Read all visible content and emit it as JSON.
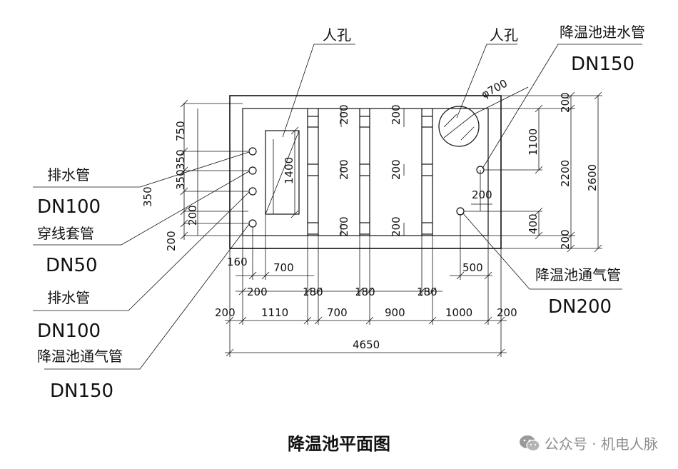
{
  "labels": {
    "manhole_left": "人孔",
    "manhole_right": "人孔",
    "inlet_pipe": "降温池进水管",
    "inlet_size": "DN150",
    "manhole_diameter": "φ700",
    "vent_pipe_right": "降温池通气管",
    "vent_size_right": "DN200",
    "drain_pipe_1": "排水管",
    "drain_size_1": "DN100",
    "sleeve_pipe": "穿线套管",
    "sleeve_size": "DN50",
    "drain_pipe_2": "排水管",
    "drain_size_2": "DN100",
    "vent_pipe_left": "降温池通气管",
    "vent_size_left": "DN150"
  },
  "dimensions": {
    "left_750": "750",
    "left_350a": "350",
    "left_350b": "350",
    "left_350c": "350",
    "left_200a": "200",
    "left_200b": "200",
    "tank_1400": "1400",
    "top_200a": "200",
    "top_200b": "200",
    "mid_200a": "200",
    "mid_200b": "200",
    "bot_200a": "200",
    "bot_200b": "200",
    "right_200_top": "200",
    "right_1100": "1100",
    "right_2200": "2200",
    "right_2600": "2600",
    "right_200_inner": "200",
    "right_400": "400",
    "right_200_bottom": "200",
    "row1_160": "160",
    "row1_700": "700",
    "row1_500": "500",
    "row2_200": "200",
    "row2_180a": "180",
    "row2_180b": "180",
    "row2_180c": "180",
    "row3_200a": "200",
    "row3_1110": "1110",
    "row3_700": "700",
    "row3_900": "900",
    "row3_1000": "1000",
    "row3_200b": "200",
    "total_4650": "4650"
  },
  "caption": "降温池平面图",
  "watermark": {
    "text": "公众号 · 机电人脉",
    "icon": "wechat-icon"
  }
}
